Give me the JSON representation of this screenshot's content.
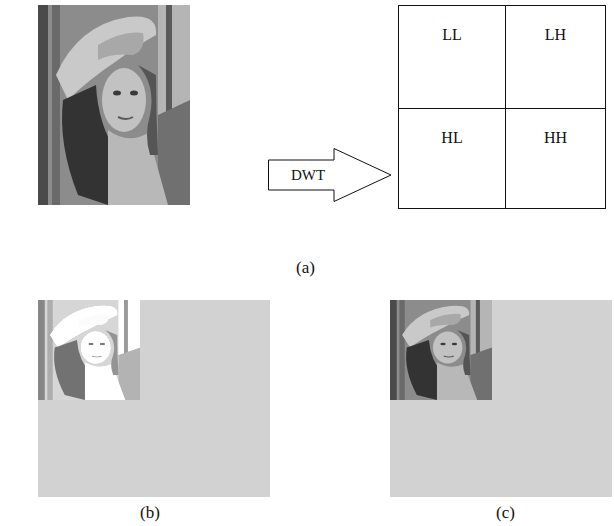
{
  "diagram": {
    "nodes": [
      {
        "text": [
          "DWT"
        ]
      },
      {
        "text": [
          "LL"
        ]
      },
      {
        "text": [
          "LH"
        ]
      },
      {
        "text": [
          "HL"
        ]
      },
      {
        "text": [
          "HH"
        ]
      }
    ],
    "labels": [
      "(a)",
      "(b)",
      "(c)"
    ]
  }
}
